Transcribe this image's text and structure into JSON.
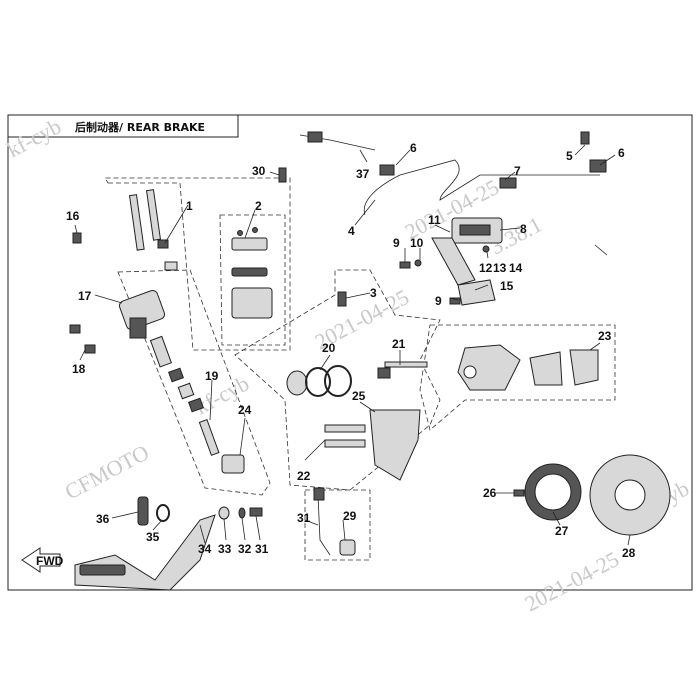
{
  "title": "后制动器/ REAR BRAKE",
  "watermarks": [
    "kf-cyb",
    "CFMOTO",
    "2021-04-25",
    "kf-cyb",
    "3.38.1",
    "2021-04-25",
    "2021-04-25",
    "kf-cyb"
  ],
  "arrow_label": "FWD",
  "callouts": [
    "1",
    "2",
    "3",
    "4",
    "5",
    "6",
    "6",
    "7",
    "8",
    "9",
    "9",
    "10",
    "11",
    "12",
    "13",
    "14",
    "15",
    "16",
    "17",
    "18",
    "19",
    "20",
    "21",
    "22",
    "23",
    "24",
    "25",
    "26",
    "27",
    "28",
    "29",
    "30",
    "31",
    "31",
    "32",
    "33",
    "34",
    "35",
    "36",
    "37"
  ]
}
